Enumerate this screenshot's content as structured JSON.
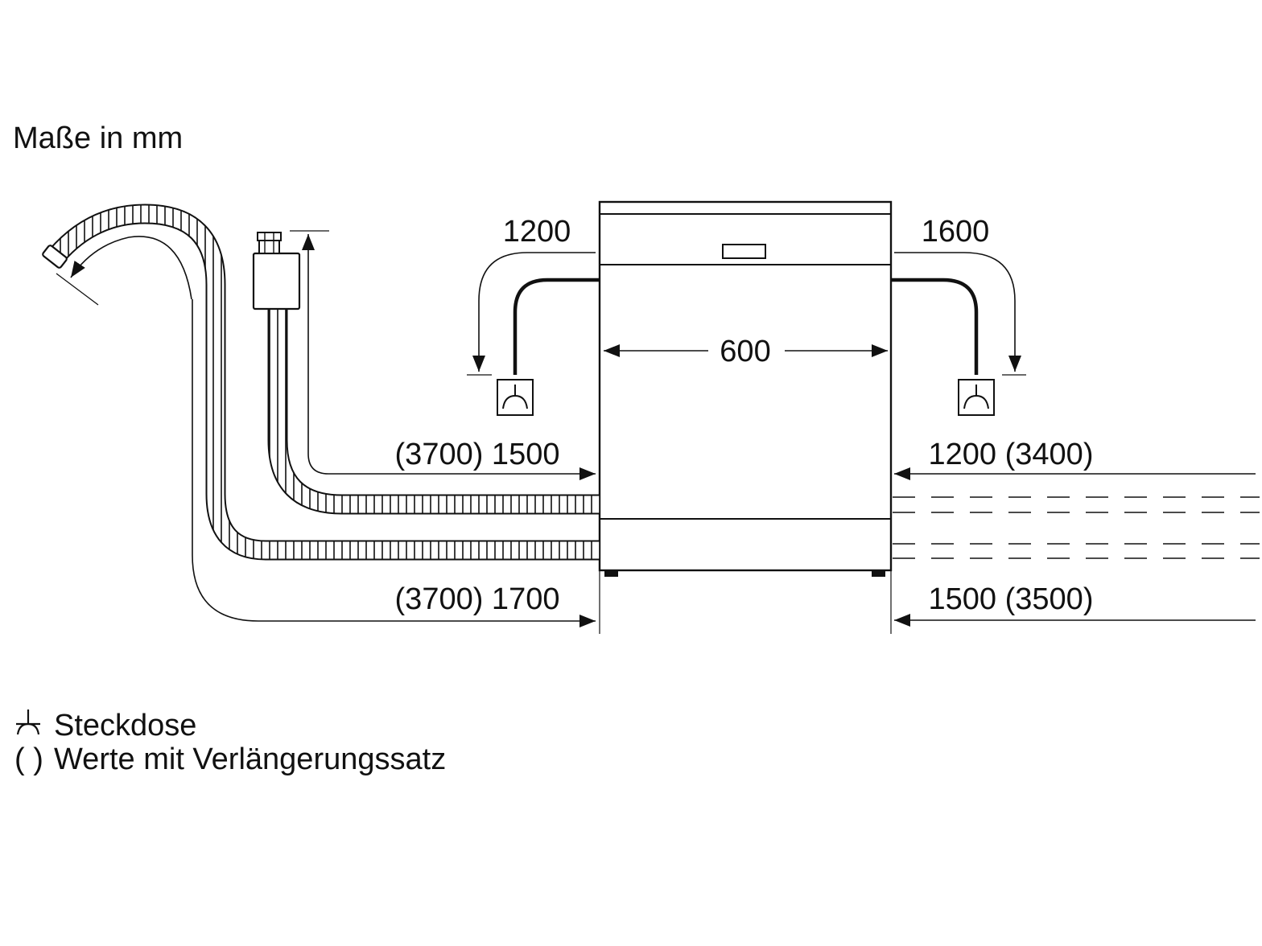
{
  "units_label": "Maße in mm",
  "dimensions": {
    "width": "600",
    "power_cord_left": "1200",
    "power_cord_right": "1600",
    "inlet_hose_left": "(3700) 1500",
    "drain_hose_left": "(3700) 1700",
    "inlet_hose_right": "1200 (3400)",
    "drain_hose_right": "1500 (3500)"
  },
  "legend": {
    "socket_symbol_name": "socket-icon",
    "socket_label": "Steckdose",
    "extension_symbol": "( )",
    "extension_label": "Werte mit Verlängerungssatz"
  },
  "colors": {
    "line": "#111111",
    "background": "#ffffff"
  }
}
